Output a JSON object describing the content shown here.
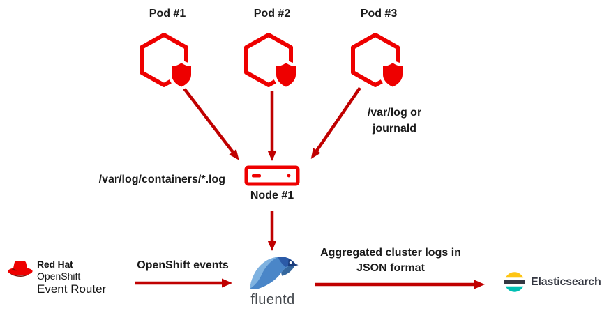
{
  "pods": {
    "items": [
      {
        "label": "Pod #1"
      },
      {
        "label": "Pod #2"
      },
      {
        "label": "Pod #3"
      }
    ]
  },
  "node": {
    "label": "Node #1"
  },
  "annotations": {
    "containers_log": "/var/log/containers/*.log",
    "varlog_line1": "/var/log or",
    "varlog_line2": "journald",
    "openshift_events": "OpenShift events",
    "aggregated_line1": "Aggregated cluster logs in",
    "aggregated_line2": "JSON format"
  },
  "event_router": {
    "brand": "Red Hat",
    "product": "OpenShift",
    "component": "Event Router"
  },
  "fluentd": {
    "label": "fluentd"
  },
  "elasticsearch": {
    "label": "Elasticsearch"
  },
  "colors": {
    "icon_red": "#EE0000",
    "arrow_red": "#C00000",
    "text_dark": "#1A1A1A",
    "fluentd_text": "#45494E",
    "fluentd_blue_light": "#7FB2E0",
    "fluentd_blue_mid": "#4A86C8",
    "fluentd_blue_dark": "#2B5AA7",
    "fluentd_navy": "#1A3C7C",
    "es_yellow": "#FEC514",
    "es_dark": "#343741",
    "es_teal": "#00BFB3",
    "redhat_dark": "#7D1007"
  }
}
